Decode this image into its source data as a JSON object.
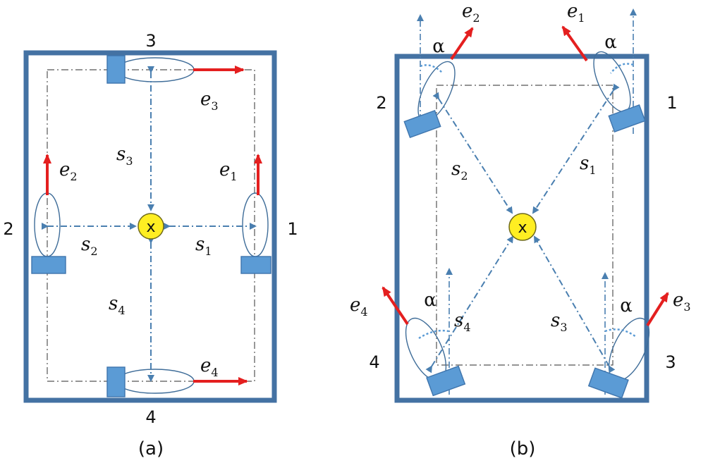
{
  "panel_a": {
    "caption": "(a)",
    "sensor_labels": {
      "s1": "1",
      "s2": "2",
      "s3": "3",
      "s4": "4"
    },
    "vector_labels": {
      "e1": {
        "base": "e",
        "sub": "1"
      },
      "e2": {
        "base": "e",
        "sub": "2"
      },
      "e3": {
        "base": "e",
        "sub": "3"
      },
      "e4": {
        "base": "e",
        "sub": "4"
      }
    },
    "distance_labels": {
      "s1": {
        "base": "s",
        "sub": "1"
      },
      "s2": {
        "base": "s",
        "sub": "2"
      },
      "s3": {
        "base": "s",
        "sub": "3"
      },
      "s4": {
        "base": "s",
        "sub": "4"
      }
    },
    "target_label": "x"
  },
  "panel_b": {
    "caption": "(b)",
    "sensor_labels": {
      "s1": "1",
      "s2": "2",
      "s3": "3",
      "s4": "4"
    },
    "vector_labels": {
      "e1": {
        "base": "e",
        "sub": "1"
      },
      "e2": {
        "base": "e",
        "sub": "2"
      },
      "e3": {
        "base": "e",
        "sub": "3"
      },
      "e4": {
        "base": "e",
        "sub": "4"
      }
    },
    "distance_labels": {
      "s1": {
        "base": "s",
        "sub": "1"
      },
      "s2": {
        "base": "s",
        "sub": "2"
      },
      "s3": {
        "base": "s",
        "sub": "3"
      },
      "s4": {
        "base": "s",
        "sub": "4"
      }
    },
    "angle_label": "α",
    "target_label": "x"
  },
  "colors": {
    "frame": "#4472a3",
    "sensor": "#5b9bd5",
    "sensor_stroke": "#3f75ad",
    "vector": "#e41f1f",
    "dashed": "#4a7fb0",
    "target_fill": "#ffee22",
    "target_stroke": "#6f6a1a"
  }
}
